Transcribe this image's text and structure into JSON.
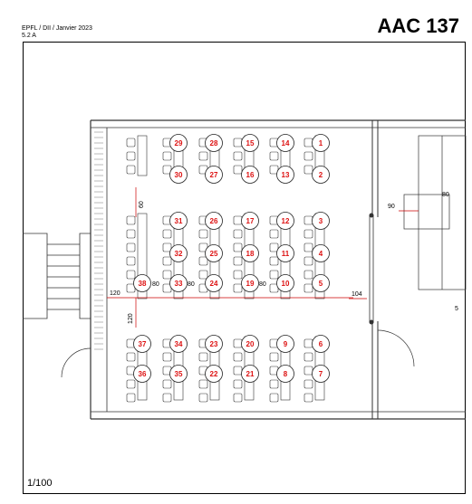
{
  "header": {
    "ref": "EPFL / DII / Janvier 2023",
    "version": "5.2 A",
    "room": "AAC 137"
  },
  "footer": {
    "scale": "1/100"
  },
  "dimensions": [
    "120",
    "120",
    "60",
    "104",
    "80",
    "80",
    "80",
    "90",
    "80",
    "5"
  ],
  "seats": [
    {
      "n": "1"
    },
    {
      "n": "2"
    },
    {
      "n": "3"
    },
    {
      "n": "4"
    },
    {
      "n": "5"
    },
    {
      "n": "6"
    },
    {
      "n": "7"
    },
    {
      "n": "8"
    },
    {
      "n": "9"
    },
    {
      "n": "10"
    },
    {
      "n": "11"
    },
    {
      "n": "12"
    },
    {
      "n": "13"
    },
    {
      "n": "14"
    },
    {
      "n": "15"
    },
    {
      "n": "16"
    },
    {
      "n": "17"
    },
    {
      "n": "18"
    },
    {
      "n": "19"
    },
    {
      "n": "20"
    },
    {
      "n": "21"
    },
    {
      "n": "22"
    },
    {
      "n": "23"
    },
    {
      "n": "24"
    },
    {
      "n": "25"
    },
    {
      "n": "26"
    },
    {
      "n": "27"
    },
    {
      "n": "28"
    },
    {
      "n": "29"
    },
    {
      "n": "30"
    },
    {
      "n": "31"
    },
    {
      "n": "32"
    },
    {
      "n": "33"
    },
    {
      "n": "34"
    },
    {
      "n": "35"
    },
    {
      "n": "36"
    },
    {
      "n": "37"
    },
    {
      "n": "38"
    }
  ],
  "colors": {
    "seat_number": "#dd1111",
    "lines": "#333333",
    "dimension": "#cc0000"
  }
}
